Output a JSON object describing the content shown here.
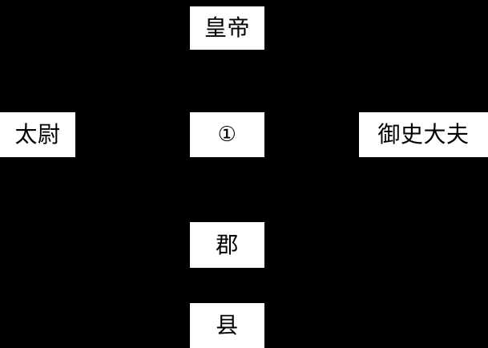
{
  "diagram": {
    "title": "",
    "background_color": "#000000",
    "node_fill_color": "#ffffff",
    "node_text_color": "#000000",
    "nodes": {
      "emperor": {
        "label": "皇帝"
      },
      "taiwei": {
        "label": "太尉"
      },
      "blank": {
        "label": "①"
      },
      "yushi_dafu": {
        "label": "御史大夫"
      },
      "jun": {
        "label": "郡"
      },
      "xian": {
        "label": "县"
      }
    }
  }
}
